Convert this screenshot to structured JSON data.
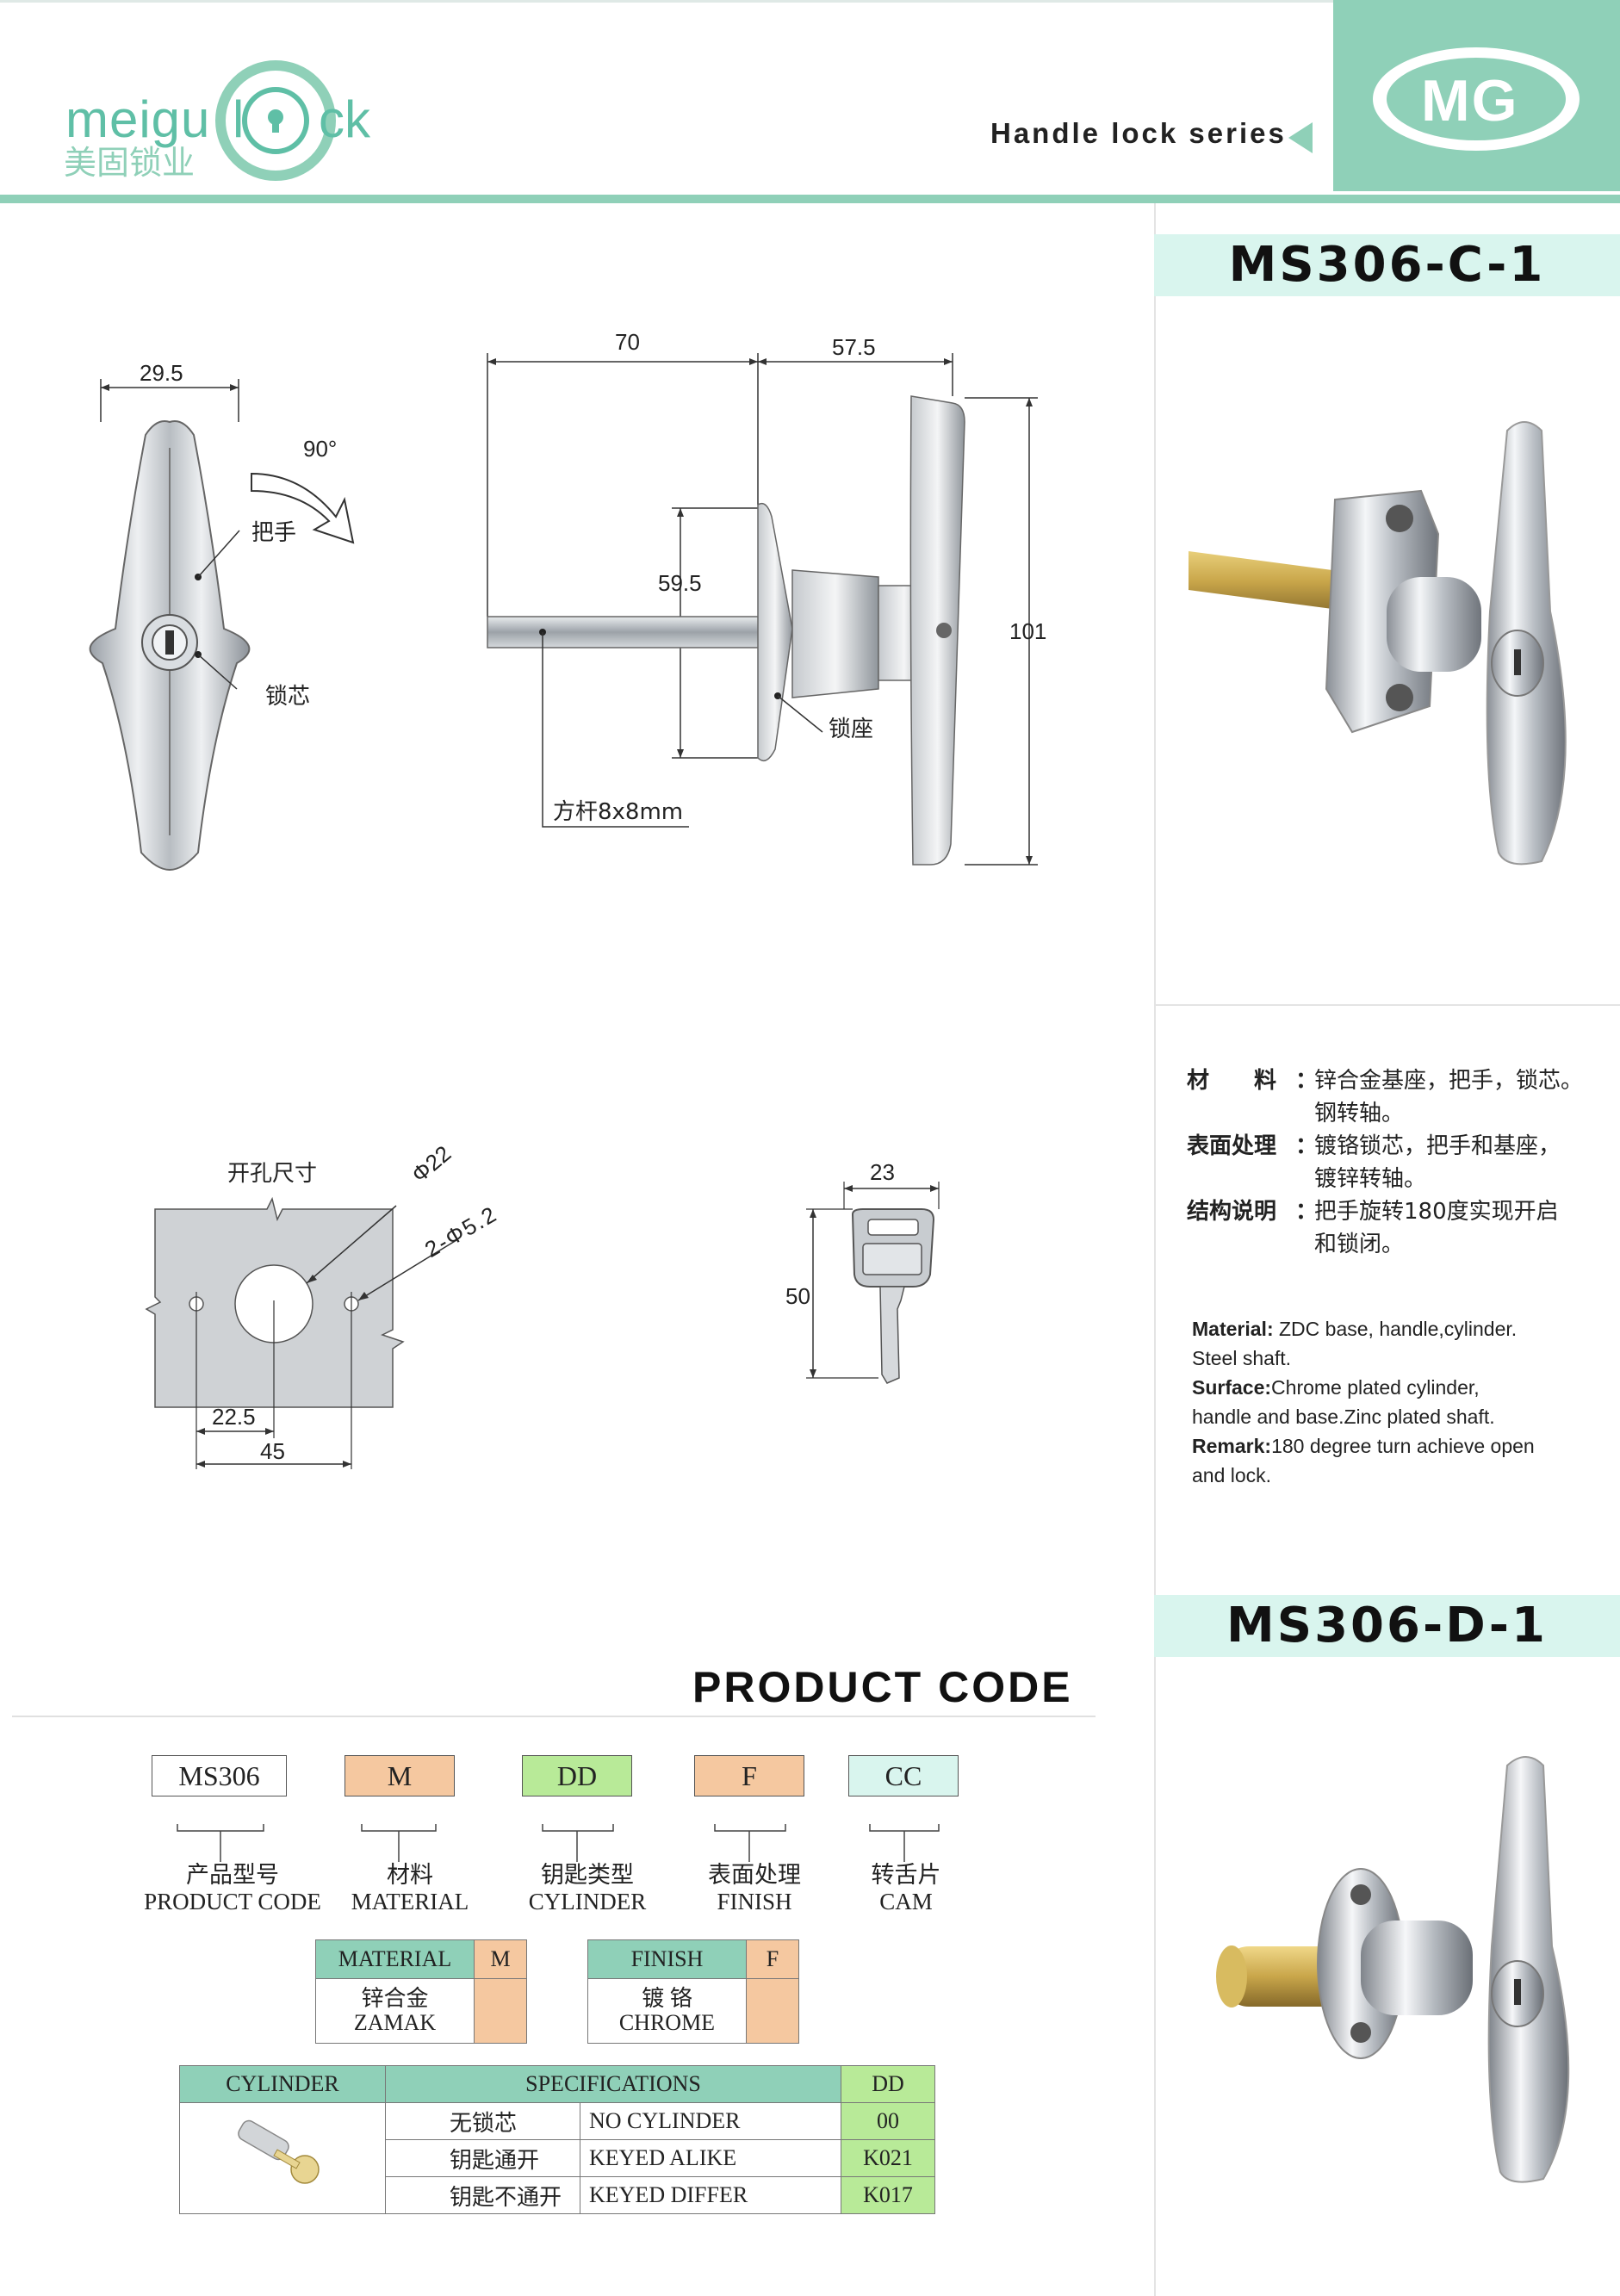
{
  "header": {
    "logo_text_left": "meigu",
    "logo_text_right": "ck",
    "logo_text_mid": "l",
    "logo_cn": "美固锁业",
    "series": "Handle lock series",
    "brand_badge": "MG",
    "colors": {
      "accent_green": "#8fd0b8",
      "light_green": "#d9f5ee",
      "logo_teal": "#5fbfa6"
    }
  },
  "models": {
    "top": "MS306-C-1",
    "bottom": "MS306-D-1"
  },
  "drawing_front": {
    "width_dim": "29.5",
    "rotation": "90°",
    "handle_label": "把手",
    "core_label": "锁芯"
  },
  "drawing_side": {
    "dim_a": "70",
    "dim_b": "57.5",
    "dim_c": "59.5",
    "dim_d": "101",
    "base_label": "锁座",
    "shaft_label": "方杆8x8mm"
  },
  "cutout": {
    "title": "开孔尺寸",
    "dia_main": "Φ22",
    "dia_holes": "2-Φ5.2",
    "dim_half": "22.5",
    "dim_full": "45"
  },
  "key": {
    "width": "23",
    "height": "50"
  },
  "description_cn": [
    {
      "label": "材　　料",
      "text1": "锌合金基座，把手，锁芯。",
      "text2": "钢转轴。"
    },
    {
      "label": "表面处理",
      "text1": "镀铬锁芯，把手和基座，",
      "text2": "镀锌转轴。"
    },
    {
      "label": "结构说明",
      "text1": "把手旋转180度实现开启",
      "text2": "和锁闭。"
    }
  ],
  "description_en": [
    {
      "label": "Material",
      "sep": ": ",
      "text": "ZDC base, handle,cylinder."
    },
    {
      "label": "",
      "sep": "",
      "text": "Steel shaft."
    },
    {
      "label": "Surface",
      "sep": ":",
      "text": "Chrome plated cylinder,"
    },
    {
      "label": "",
      "sep": "",
      "text": "handle and base.Zinc plated shaft."
    },
    {
      "label": "Remark",
      "sep": ":",
      "text": "180 degree turn achieve open"
    },
    {
      "label": "",
      "sep": "",
      "text": "and lock."
    }
  ],
  "product_code": {
    "title": "PRODUCT CODE",
    "boxes": [
      {
        "code": "MS306",
        "cn": "产品型号",
        "en": "PRODUCT CODE",
        "color": "#ffffff"
      },
      {
        "code": "M",
        "cn": "材料",
        "en": "MATERIAL",
        "color": "#f5c8a0"
      },
      {
        "code": "DD",
        "cn": "钥匙类型",
        "en": "CYLINDER",
        "color": "#b8ea98"
      },
      {
        "code": "F",
        "cn": "表面处理",
        "en": "FINISH",
        "color": "#f5c8a0"
      },
      {
        "code": "CC",
        "cn": "转舌片",
        "en": "CAM",
        "color": "#d9f5ee"
      }
    ]
  },
  "material_table": {
    "header": "MATERIAL",
    "code": "M",
    "cn": "锌合金",
    "en": "ZAMAK"
  },
  "finish_table": {
    "header": "FINISH",
    "code": "F",
    "cn": "镀 铬",
    "en": "CHROME"
  },
  "cylinder_table": {
    "headers": [
      "CYLINDER",
      "SPECIFICATIONS",
      "DD"
    ],
    "rows": [
      {
        "cn": "无锁芯",
        "en": "NO CYLINDER",
        "code": "00"
      },
      {
        "cn": "钥匙通开",
        "en": "KEYED ALIKE",
        "code": "K021"
      },
      {
        "cn": "钥匙不通开",
        "en": "KEYED DIFFER",
        "code": "K017"
      }
    ]
  }
}
